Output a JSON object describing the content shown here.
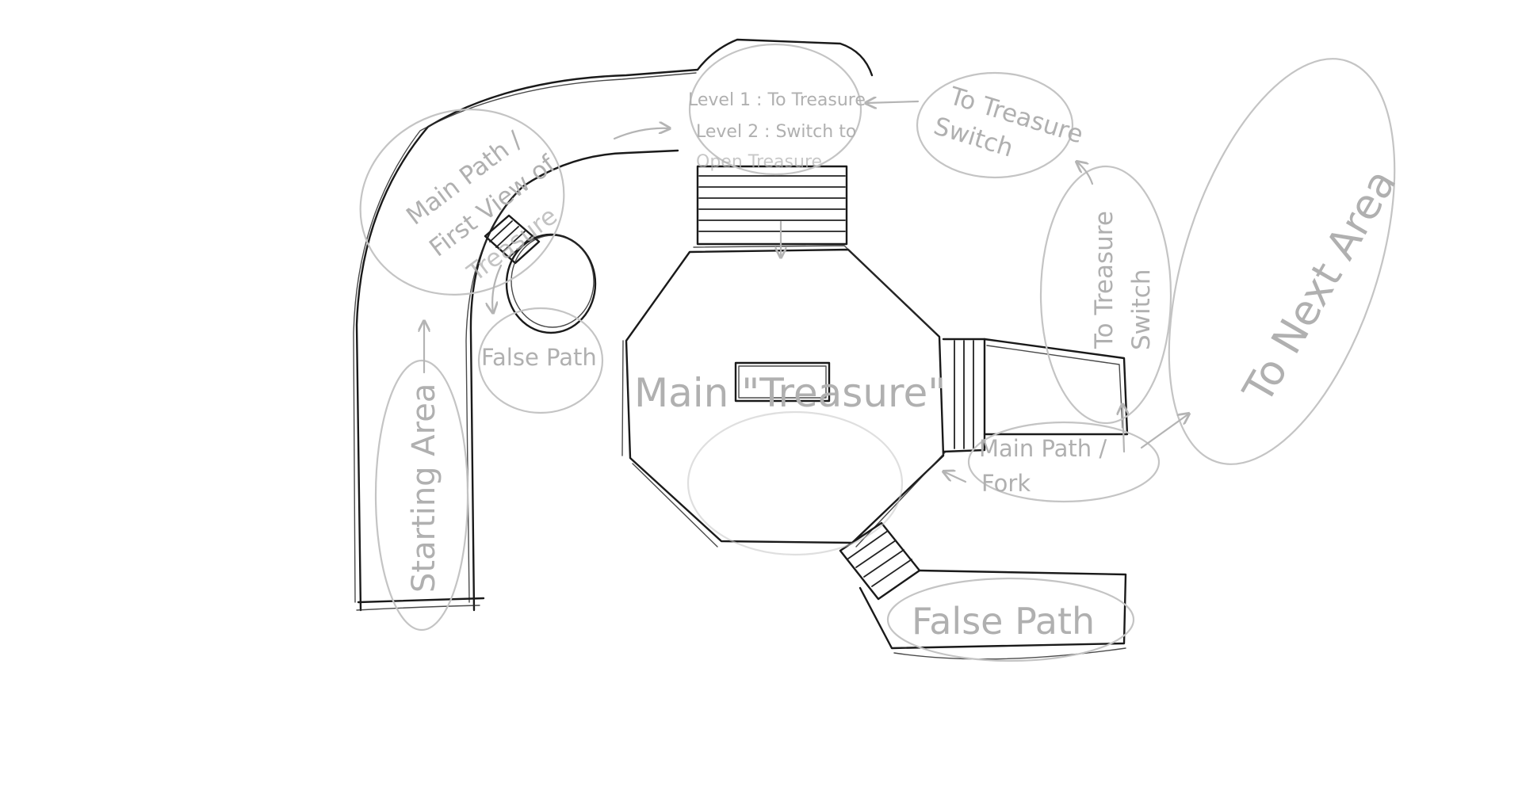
{
  "labels": {
    "level_1": "Level 1 : To Treasure",
    "level_2": "Level 2 : Switch to",
    "level_2_cont": "Open Treasure",
    "to_treasure_switch_top_1": "To Treasure",
    "to_treasure_switch_top_2": "Switch",
    "to_next_area": "To Next Area",
    "main_path_first_view_1": "Main Path /",
    "main_path_first_view_2": "First View of",
    "main_path_first_view_3": "Treasure",
    "false_path_small": "False Path",
    "main_treasure": "Main \"Treasure\"",
    "to_treasure_switch_side_1": "To Treasure",
    "to_treasure_switch_side_2": "Switch",
    "main_path_fork_1": "Main Path /",
    "main_path_fork_2": "Fork",
    "starting_area": "Starting Area",
    "false_path_large": "False Path"
  },
  "colors": {
    "ink": "#1a1a1a",
    "annotation": "#b0b0b0",
    "bubble": "#c4c4c4",
    "background": "#ffffff"
  }
}
